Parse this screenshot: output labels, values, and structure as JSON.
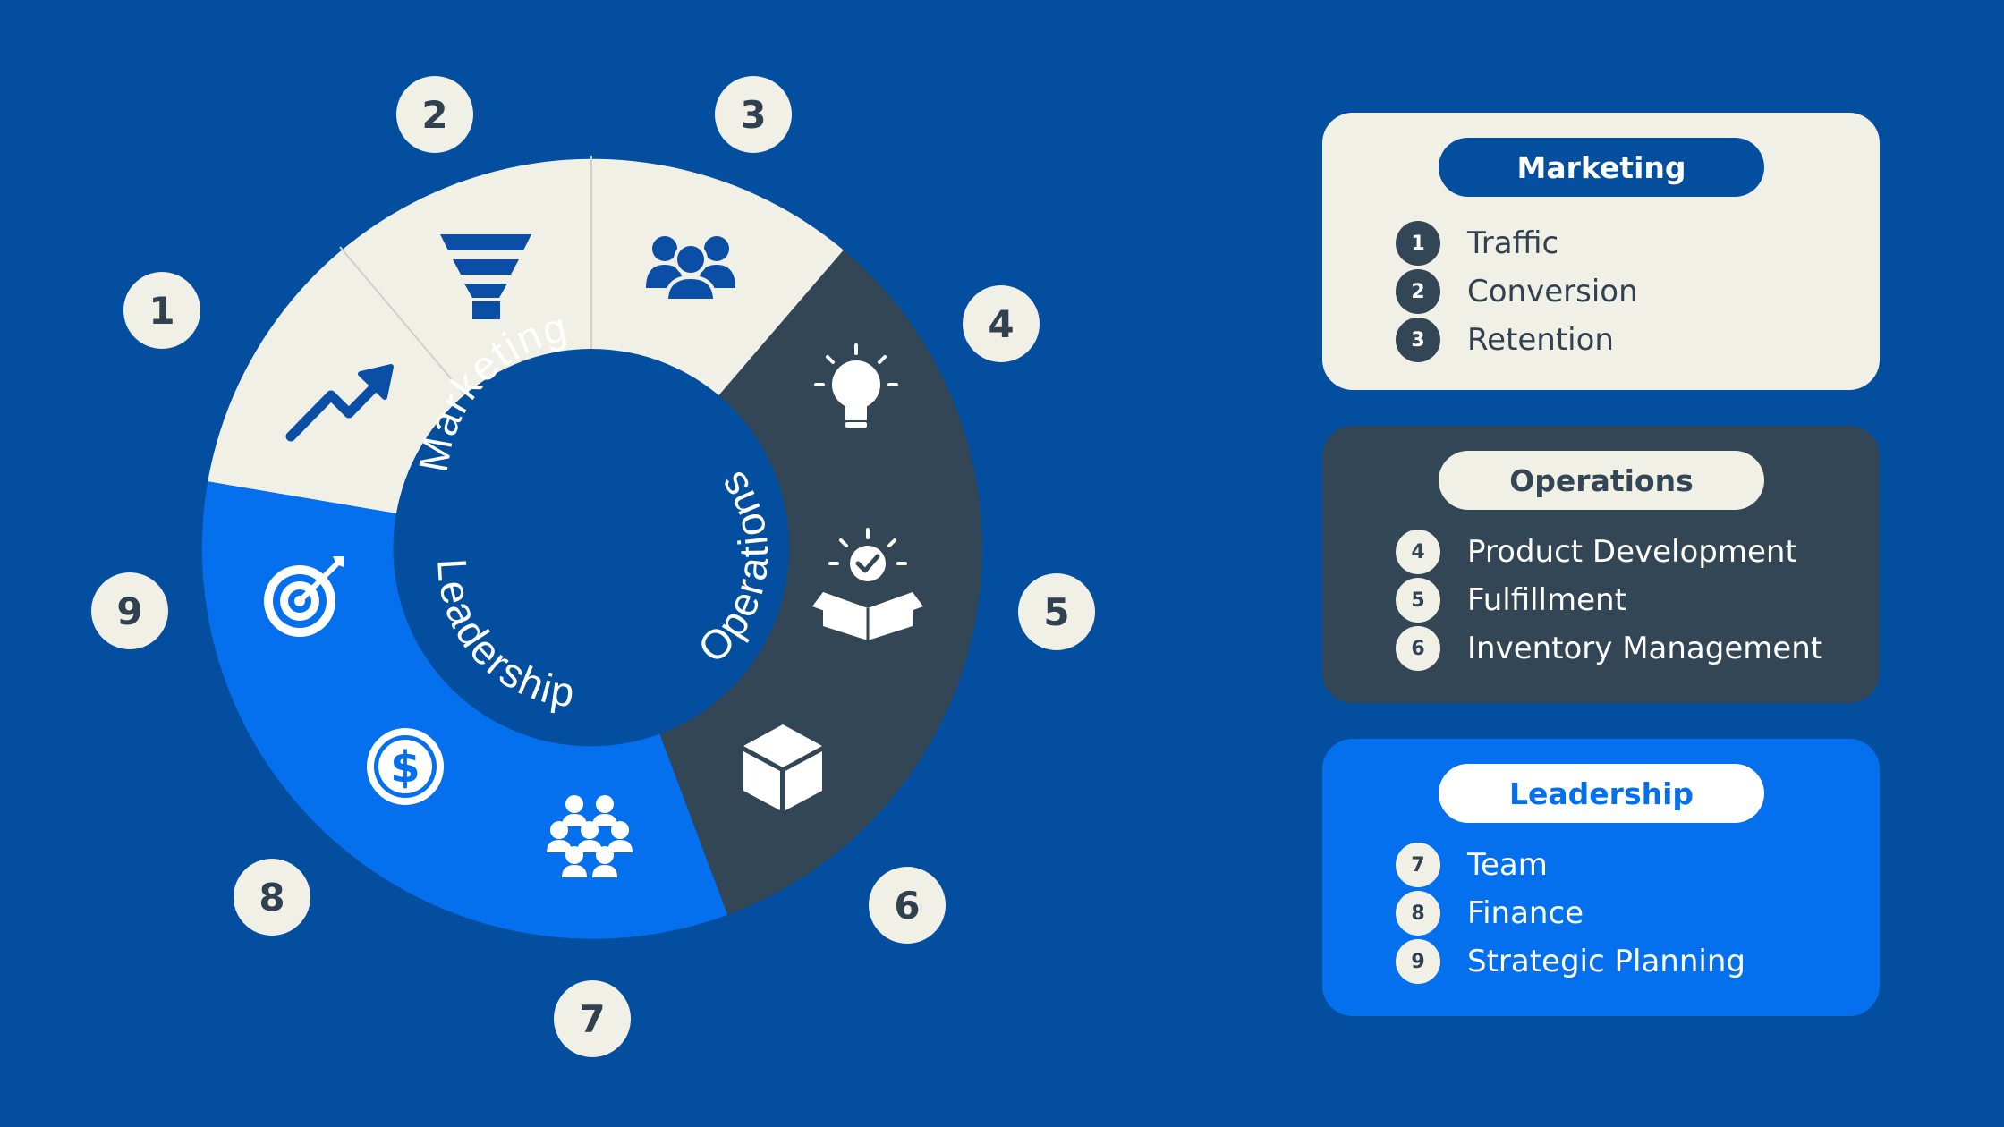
{
  "colors": {
    "background": "#044ea0",
    "marketing": "#f1f0e7",
    "operations": "#334655",
    "leadership": "#0570ee",
    "badge": "#f1f0e7",
    "badge_text": "#31414f"
  },
  "wheel": {
    "center_labels": {
      "marketing": "Marketing",
      "operations": "Operations",
      "leadership": "Leadership"
    },
    "segments": [
      {
        "number": "1",
        "icon": "trending-up-icon",
        "group": "marketing"
      },
      {
        "number": "2",
        "icon": "funnel-icon",
        "group": "marketing"
      },
      {
        "number": "3",
        "icon": "users-group-icon",
        "group": "marketing"
      },
      {
        "number": "4",
        "icon": "lightbulb-icon",
        "group": "operations"
      },
      {
        "number": "5",
        "icon": "open-box-check-icon",
        "group": "operations"
      },
      {
        "number": "6",
        "icon": "cube-icon",
        "group": "operations"
      },
      {
        "number": "7",
        "icon": "team-icon",
        "group": "leadership"
      },
      {
        "number": "8",
        "icon": "dollar-coin-icon",
        "group": "leadership"
      },
      {
        "number": "9",
        "icon": "target-icon",
        "group": "leadership"
      }
    ]
  },
  "cards": [
    {
      "title": "Marketing",
      "items": [
        {
          "number": "1",
          "label": "Traffic"
        },
        {
          "number": "2",
          "label": "Conversion"
        },
        {
          "number": "3",
          "label": "Retention"
        }
      ]
    },
    {
      "title": "Operations",
      "items": [
        {
          "number": "4",
          "label": "Product Development"
        },
        {
          "number": "5",
          "label": "Fulfillment"
        },
        {
          "number": "6",
          "label": "Inventory Management"
        }
      ]
    },
    {
      "title": "Leadership",
      "items": [
        {
          "number": "7",
          "label": "Team"
        },
        {
          "number": "8",
          "label": "Finance"
        },
        {
          "number": "9",
          "label": "Strategic Planning"
        }
      ]
    }
  ]
}
